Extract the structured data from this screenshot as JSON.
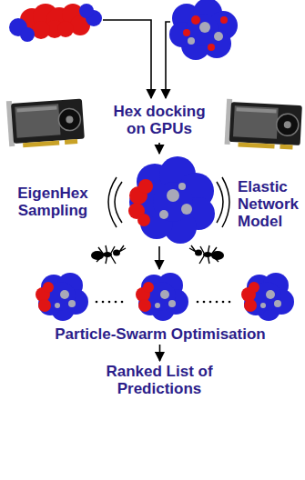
{
  "diagram": {
    "nodes": [
      {
        "text": [
          "Hex docking on GPUs"
        ]
      },
      {
        "text": [
          "Particle-Swarm Optimisation"
        ]
      },
      {
        "text": [
          "Ranked List of Predictions"
        ]
      }
    ],
    "edges": [
      {
        "from": 1,
        "to": 2,
        "arrow": "to"
      }
    ],
    "labels": [
      "EigenHex Sampling",
      "Elastic Network Model"
    ]
  }
}
